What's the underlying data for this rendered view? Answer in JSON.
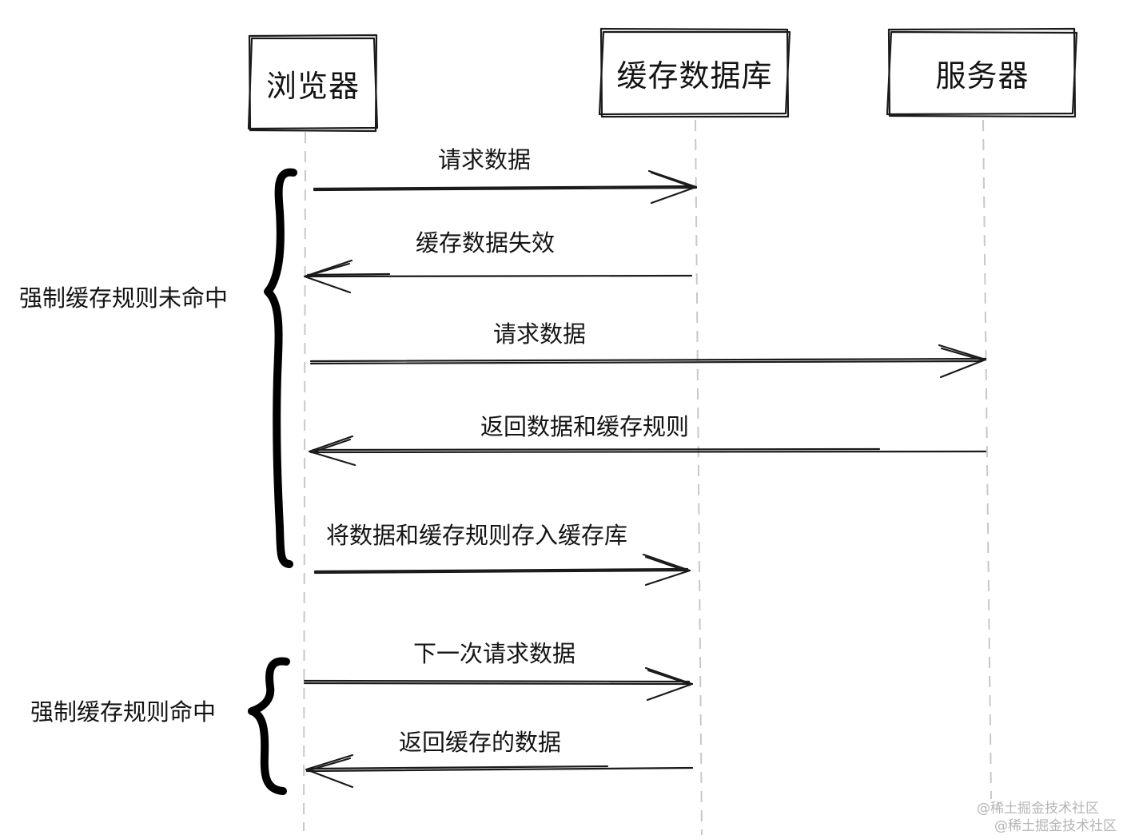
{
  "actors": [
    {
      "id": "browser",
      "label": "浏览器"
    },
    {
      "id": "cache",
      "label": "缓存数据库"
    },
    {
      "id": "server",
      "label": "服务器"
    }
  ],
  "messages": [
    {
      "label": "请求数据",
      "from": "browser",
      "to": "cache"
    },
    {
      "label": "缓存数据失效",
      "from": "cache",
      "to": "browser"
    },
    {
      "label": "请求数据",
      "from": "browser",
      "to": "server"
    },
    {
      "label": "返回数据和缓存规则",
      "from": "server",
      "to": "browser"
    },
    {
      "label": "将数据和缓存规则存入缓存库",
      "from": "browser",
      "to": "cache"
    },
    {
      "label": "下一次请求数据",
      "from": "browser",
      "to": "cache"
    },
    {
      "label": "返回缓存的数据",
      "from": "cache",
      "to": "browser"
    }
  ],
  "groups": [
    {
      "label": "强制缓存规则未命中"
    },
    {
      "label": "强制缓存规则命中"
    }
  ],
  "watermarks": [
    "@稀土掘金技术社区",
    "@稀土掘金技术社区"
  ]
}
